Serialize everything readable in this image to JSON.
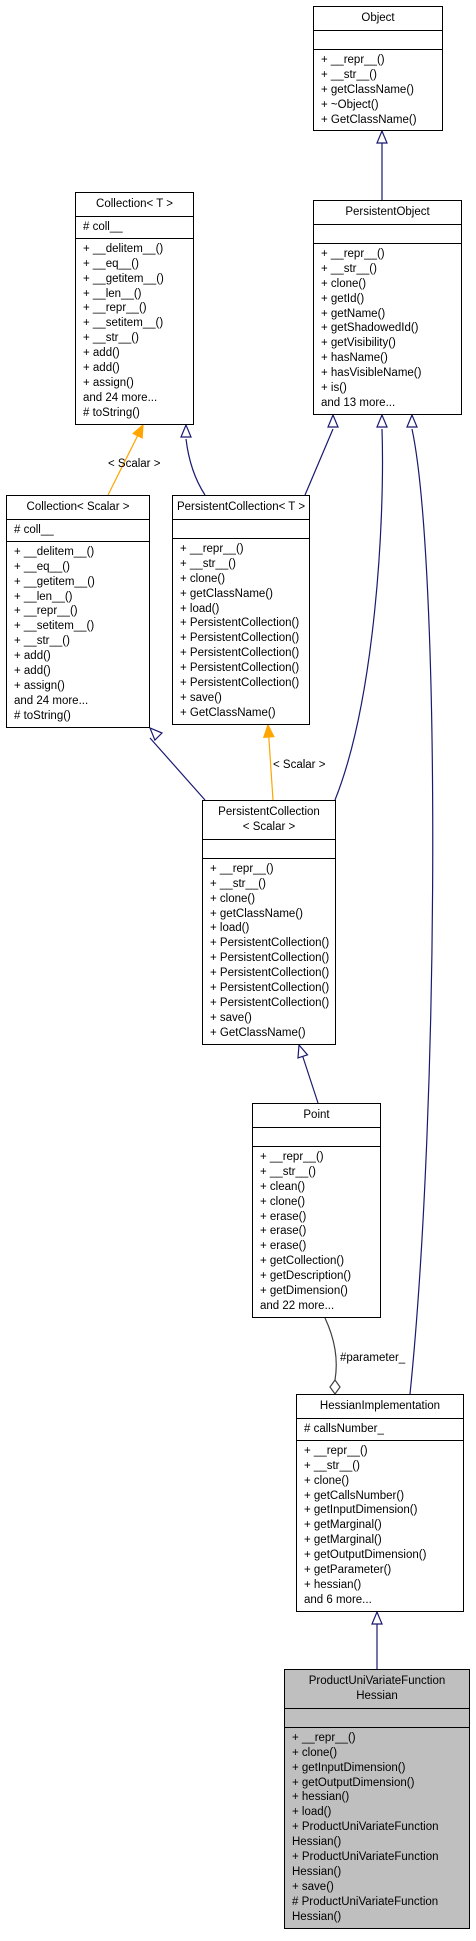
{
  "classes": {
    "object": {
      "title": [
        "Object"
      ],
      "attrs": [],
      "methods": [
        "+ __repr__()",
        "+ __str__()",
        "+ getClassName()",
        "+ ~Object()",
        "+ GetClassName()"
      ]
    },
    "persistent_object": {
      "title": [
        "PersistentObject"
      ],
      "attrs": [],
      "methods": [
        "+ __repr__()",
        "+ __str__()",
        "+ clone()",
        "+ getId()",
        "+ getName()",
        "+ getShadowedId()",
        "+ getVisibility()",
        "+ hasName()",
        "+ hasVisibleName()",
        "+ is()",
        "and 13 more..."
      ]
    },
    "collection_t": {
      "title": [
        "Collection< T >"
      ],
      "attrs": [
        "# coll__"
      ],
      "methods": [
        "+ __delitem__()",
        "+ __eq__()",
        "+ __getitem__()",
        "+ __len__()",
        "+ __repr__()",
        "+ __setitem__()",
        "+ __str__()",
        "+ add()",
        "+ add()",
        "+ assign()",
        "and 24 more...",
        "# toString()"
      ]
    },
    "collection_scalar": {
      "title": [
        "Collection< Scalar >"
      ],
      "attrs": [
        "# coll__"
      ],
      "methods": [
        "+ __delitem__()",
        "+ __eq__()",
        "+ __getitem__()",
        "+ __len__()",
        "+ __repr__()",
        "+ __setitem__()",
        "+ __str__()",
        "+ add()",
        "+ add()",
        "+ assign()",
        "and 24 more...",
        "# toString()"
      ]
    },
    "persistent_collection_t": {
      "title": [
        "PersistentCollection< T >"
      ],
      "attrs": [],
      "methods": [
        "+ __repr__()",
        "+ __str__()",
        "+ clone()",
        "+ getClassName()",
        "+ load()",
        "+ PersistentCollection()",
        "+ PersistentCollection()",
        "+ PersistentCollection()",
        "+ PersistentCollection()",
        "+ PersistentCollection()",
        "+ save()",
        "+ GetClassName()"
      ]
    },
    "persistent_collection_scalar": {
      "title": [
        "PersistentCollection",
        "< Scalar >"
      ],
      "attrs": [],
      "methods": [
        "+ __repr__()",
        "+ __str__()",
        "+ clone()",
        "+ getClassName()",
        "+ load()",
        "+ PersistentCollection()",
        "+ PersistentCollection()",
        "+ PersistentCollection()",
        "+ PersistentCollection()",
        "+ PersistentCollection()",
        "+ save()",
        "+ GetClassName()"
      ]
    },
    "point": {
      "title": [
        "Point"
      ],
      "attrs": [],
      "methods": [
        "+ __repr__()",
        "+ __str__()",
        "+ clean()",
        "+ clone()",
        "+ erase()",
        "+ erase()",
        "+ erase()",
        "+ getCollection()",
        "+ getDescription()",
        "+ getDimension()",
        "and 22 more..."
      ]
    },
    "hessian_implementation": {
      "title": [
        "HessianImplementation"
      ],
      "attrs": [
        "# callsNumber_"
      ],
      "methods": [
        "+ __repr__()",
        "+ __str__()",
        "+ clone()",
        "+ getCallsNumber()",
        "+ getInputDimension()",
        "+ getMarginal()",
        "+ getMarginal()",
        "+ getOutputDimension()",
        "+ getParameter()",
        "+ hessian()",
        "and 6 more..."
      ]
    },
    "product_uni_variate_function_hessian": {
      "title": [
        "ProductUniVariateFunction",
        "Hessian"
      ],
      "attrs": [],
      "methods": [
        "+ __repr__()",
        "+ clone()",
        "+ getInputDimension()",
        "+ getOutputDimension()",
        "+ hessian()",
        "+ load()",
        "+ ProductUniVariateFunction",
        "Hessian()",
        "+ ProductUniVariateFunction",
        "Hessian()",
        "+ save()",
        "# ProductUniVariateFunction",
        "Hessian()"
      ]
    }
  },
  "edge_labels": {
    "scalar_1": "< Scalar >",
    "scalar_2": "< Scalar >",
    "parameter": "#parameter_"
  },
  "colors": {
    "inheritance": "#191970",
    "template": "#ffa500",
    "association": "#404040",
    "highlight_fill": "#bfbfbf"
  }
}
